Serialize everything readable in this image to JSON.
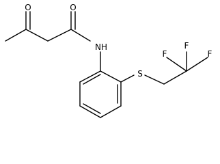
{
  "structure": {
    "atoms": {
      "o_ketone": "O",
      "o_amide": "O",
      "nh": "NH",
      "s": "S",
      "f_left": "F",
      "f_mid": "F",
      "f_right": "F"
    }
  }
}
